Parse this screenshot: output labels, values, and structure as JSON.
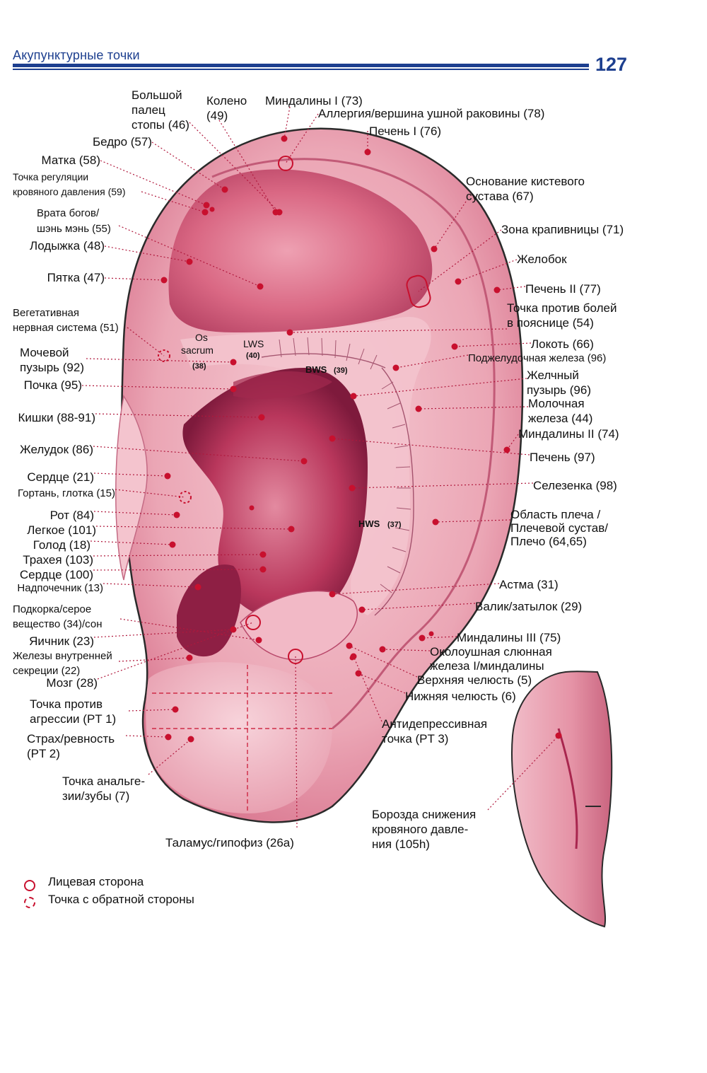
{
  "header": {
    "section_title": "Акупунктурные точки",
    "page_number": "127"
  },
  "spine_labels": {
    "os": "Os",
    "sacrum": "sacrum",
    "os_num": "(38)",
    "lws": "LWS",
    "lws_num": "(40)",
    "bws": "BWS",
    "bws_num": "(39)",
    "hws": "HWS",
    "hws_num": "(37)"
  },
  "labels": [
    {
      "id": "big-toe",
      "lines": [
        "Большой",
        "палец",
        "стопы (46)"
      ]
    },
    {
      "id": "knee",
      "lines": [
        "Колено",
        "(49)"
      ]
    },
    {
      "id": "tonsils-1",
      "lines": [
        "Миндалины I (73)"
      ]
    },
    {
      "id": "allergy",
      "lines": [
        "Аллергия/вершина ушной раковины (78)"
      ]
    },
    {
      "id": "liver-1",
      "lines": [
        "Печень I (76)"
      ]
    },
    {
      "id": "hip",
      "lines": [
        "Бедро (57)"
      ]
    },
    {
      "id": "uterus",
      "lines": [
        "Матка (58)"
      ]
    },
    {
      "id": "bp-regulation",
      "lines": [
        "Точка регуляции",
        "кровяного давления (59)"
      ]
    },
    {
      "id": "gate-of-gods",
      "lines": [
        "Врата богов/",
        "шэнь мэнь (55)"
      ]
    },
    {
      "id": "ankle",
      "lines": [
        "Лодыжка (48)"
      ]
    },
    {
      "id": "heel",
      "lines": [
        "Пятка (47)"
      ]
    },
    {
      "id": "vegetative",
      "lines": [
        "Вегетативная",
        "нервная система (51)"
      ]
    },
    {
      "id": "bladder",
      "lines": [
        "Мочевой",
        "пузырь (92)"
      ]
    },
    {
      "id": "kidney",
      "lines": [
        "Почка (95)"
      ]
    },
    {
      "id": "intestines",
      "lines": [
        "Кишки (88-91)"
      ]
    },
    {
      "id": "stomach",
      "lines": [
        "Желудок (86)"
      ]
    },
    {
      "id": "heart",
      "lines": [
        "Сердце (21)"
      ]
    },
    {
      "id": "larynx",
      "lines": [
        "Гортань, глотка (15)"
      ]
    },
    {
      "id": "mouth",
      "lines": [
        "Рот (84)"
      ]
    },
    {
      "id": "lung",
      "lines": [
        "Легкое (101)"
      ]
    },
    {
      "id": "hunger",
      "lines": [
        "Голод (18)"
      ]
    },
    {
      "id": "trachea",
      "lines": [
        "Трахея (103)"
      ]
    },
    {
      "id": "heart-2",
      "lines": [
        "Сердце (100)"
      ]
    },
    {
      "id": "adrenal",
      "lines": [
        "Надпочечник (13)"
      ]
    },
    {
      "id": "subcortex",
      "lines": [
        "Подкорка/серое",
        "вещество (34)/сон"
      ]
    },
    {
      "id": "ovary",
      "lines": [
        "Яичник (23)"
      ]
    },
    {
      "id": "endocrine",
      "lines": [
        "Железы внутренней",
        "секреции (22)"
      ]
    },
    {
      "id": "brain",
      "lines": [
        "Мозг (28)"
      ]
    },
    {
      "id": "anti-aggression",
      "lines": [
        "Точка против",
        "агрессии (PT 1)"
      ]
    },
    {
      "id": "fear",
      "lines": [
        "Страх/ревность",
        "(PT 2)"
      ]
    },
    {
      "id": "analgesia",
      "lines": [
        "Точка анальге-",
        "зии/зубы (7)"
      ]
    },
    {
      "id": "thalamus",
      "lines": [
        "Таламус/гипофиз (26a)"
      ]
    },
    {
      "id": "wrist",
      "lines": [
        "Основание кистевого",
        "сустава (67)"
      ]
    },
    {
      "id": "urticaria",
      "lines": [
        "Зона крапивницы (71)"
      ]
    },
    {
      "id": "groove",
      "lines": [
        "Желобок"
      ]
    },
    {
      "id": "liver-2",
      "lines": [
        "Печень II (77)"
      ]
    },
    {
      "id": "lumbago",
      "lines": [
        "Точка против болей",
        "в пояснице (54)"
      ]
    },
    {
      "id": "elbow",
      "lines": [
        "Локоть (66)"
      ]
    },
    {
      "id": "pancreas",
      "lines": [
        "Поджелудочная железа (96)"
      ]
    },
    {
      "id": "gallbladder",
      "lines": [
        "Желчный",
        "пузырь (96)"
      ]
    },
    {
      "id": "mammary",
      "lines": [
        "Молочная",
        "железа (44)"
      ]
    },
    {
      "id": "tonsils-2",
      "lines": [
        "Миндалины II (74)"
      ]
    },
    {
      "id": "liver",
      "lines": [
        "Печень (97)"
      ]
    },
    {
      "id": "spleen",
      "lines": [
        "Селезенка (98)"
      ]
    },
    {
      "id": "shoulder",
      "lines": [
        "Область плеча /",
        "Плечевой сустав/",
        "Плечо (64,65)"
      ]
    },
    {
      "id": "asthma",
      "lines": [
        "Астма (31)"
      ]
    },
    {
      "id": "occiput",
      "lines": [
        "Валик/затылок (29)"
      ]
    },
    {
      "id": "tonsils-3",
      "lines": [
        "Миндалины III (75)"
      ]
    },
    {
      "id": "parotid",
      "lines": [
        "Околоушная слюнная",
        "железа I/миндалины"
      ]
    },
    {
      "id": "upper-jaw",
      "lines": [
        "Верхняя челюсть (5)"
      ]
    },
    {
      "id": "lower-jaw",
      "lines": [
        "Нижняя челюсть (6)"
      ]
    },
    {
      "id": "antidepressant",
      "lines": [
        "Антидепрессивная",
        "точка (PT 3)"
      ]
    },
    {
      "id": "bp-lowering",
      "lines": [
        "Борозда снижения",
        "кровяного давле-",
        "ния (105h)"
      ]
    }
  ],
  "legend": {
    "front_label": "Лицевая сторона",
    "back_label": "Точка с обратной стороны"
  },
  "colors": {
    "ear_light": "#f4c6cf",
    "ear_mid": "#e48fa2",
    "ear_dark": "#c24a6a",
    "ear_deep": "#8e1f44",
    "point": "#c8102e",
    "header_blue": "#1d3f8f"
  }
}
